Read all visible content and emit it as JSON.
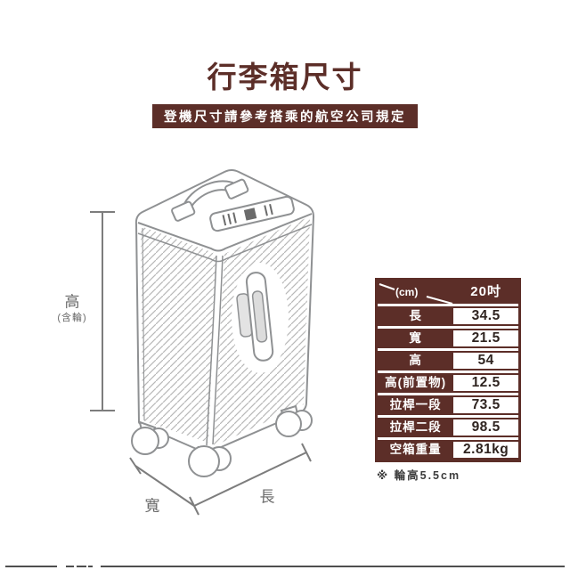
{
  "title": "行李箱尺寸",
  "subtitle": "登機尺寸請參考搭乘的航空公司規定",
  "diagram": {
    "height_label": "高",
    "height_sublabel": "(含輪)",
    "width_label": "寬",
    "length_label": "長"
  },
  "table": {
    "unit_label": "(cm)",
    "column_header": "20吋",
    "rows": [
      {
        "label": "長",
        "value": "34.5"
      },
      {
        "label": "寬",
        "value": "21.5"
      },
      {
        "label": "高",
        "value": "54"
      },
      {
        "label": "高(前置物)",
        "value": "12.5"
      },
      {
        "label": "拉桿一段",
        "value": "73.5"
      },
      {
        "label": "拉桿二段",
        "value": "98.5"
      },
      {
        "label": "空箱重量",
        "value": "2.81kg"
      }
    ]
  },
  "footnote": "※ 輪高5.5cm",
  "colors": {
    "maroon": "#5c2e28",
    "line_gray": "#8f9193",
    "hatch_gray": "#b8b8b8",
    "dim_gray": "#7d7d7d",
    "label_gray": "#6a6a6a",
    "value_text": "#2f2420"
  }
}
